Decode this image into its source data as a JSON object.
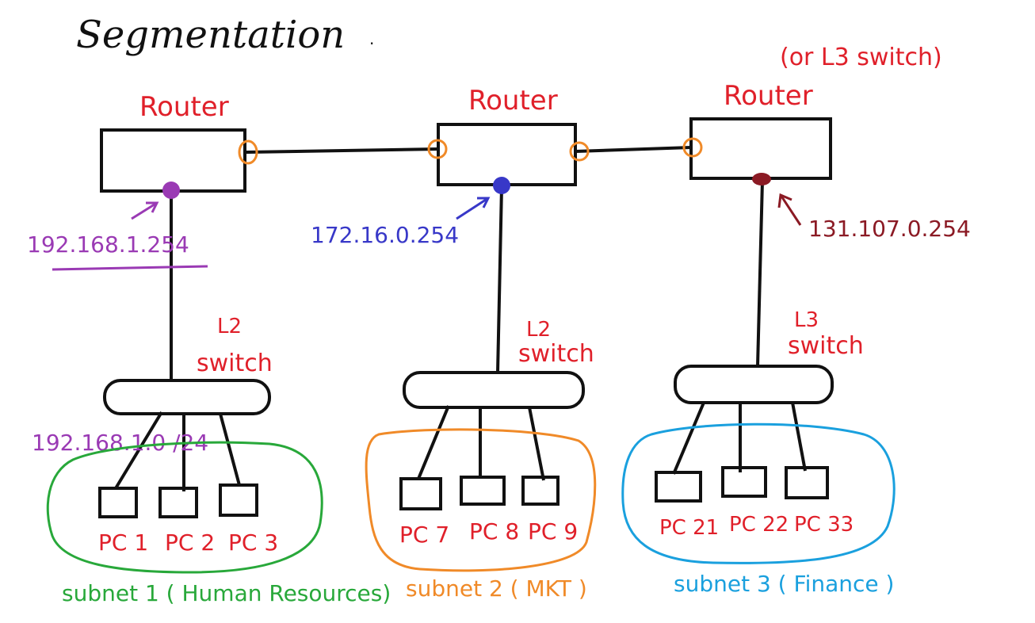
{
  "title": "Segmentation",
  "note": "(or L3 switch)",
  "colors": {
    "ink": "#111111",
    "red": "#e0202a",
    "purple": "#9a3ab4",
    "blue": "#3838c8",
    "maroon": "#8b1a24",
    "port": "#f08a28",
    "green": "#28a83a",
    "orange": "#f08a28",
    "cyan": "#1aa0de"
  },
  "routers": [
    {
      "label": "Router",
      "ip": "192.168.1.254"
    },
    {
      "label": "Router",
      "ip": "172.16.0.254"
    },
    {
      "label": "Router",
      "ip": "131.107.0.254"
    }
  ],
  "switches": [
    {
      "line1": "L2",
      "line2": "switch"
    },
    {
      "line1": "L2",
      "line2": "switch"
    },
    {
      "line1": "L3",
      "line2": "switch"
    }
  ],
  "network_label": "192.168.1.0 /24",
  "subnets": [
    {
      "label": "subnet 1  ( Human Resources)",
      "pcs": [
        "PC 1",
        "PC 2",
        "PC 3"
      ]
    },
    {
      "label": "subnet 2  ( MKT )",
      "pcs": [
        "PC 7",
        "PC 8",
        "PC 9"
      ]
    },
    {
      "label": "subnet 3  ( Finance )",
      "pcs": [
        "PC 21",
        "PC 22",
        "PC 33"
      ]
    }
  ]
}
